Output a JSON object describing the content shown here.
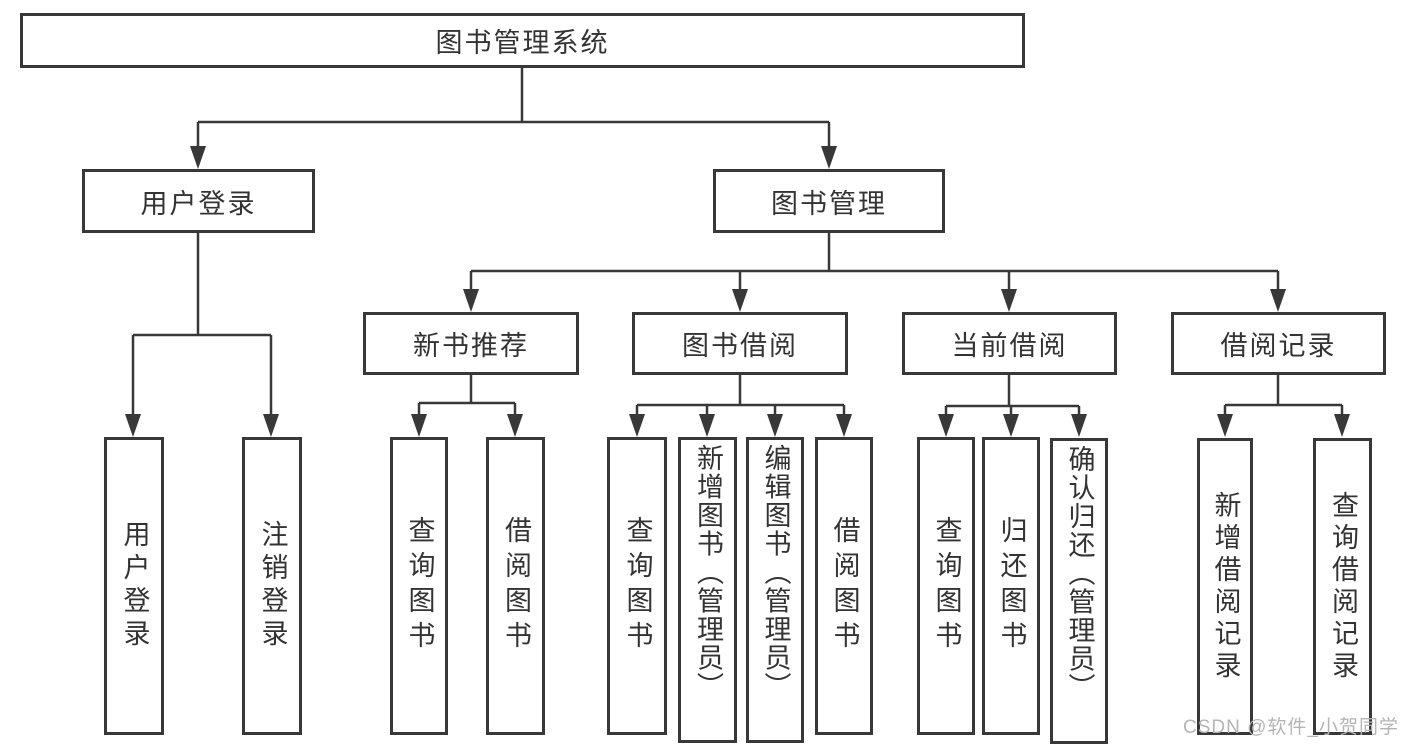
{
  "diagram": {
    "title": "图书管理系统",
    "root": {
      "label": "图书管理系统"
    },
    "branches": [
      {
        "label": "用户登录",
        "children": [
          {
            "label": "用户登录"
          },
          {
            "label": "注销登录"
          }
        ]
      },
      {
        "label": "图书管理",
        "children": [
          {
            "label": "新书推荐",
            "children": [
              {
                "label": "查询图书"
              },
              {
                "label": "借阅图书"
              }
            ]
          },
          {
            "label": "图书借阅",
            "children": [
              {
                "label": "查询图书"
              },
              {
                "label": "新增图书（管理员）"
              },
              {
                "label": "编辑图书（管理员）"
              },
              {
                "label": "借阅图书"
              }
            ]
          },
          {
            "label": "当前借阅",
            "children": [
              {
                "label": "查询图书"
              },
              {
                "label": "归还图书"
              },
              {
                "label": "确认归还（管理员）"
              }
            ]
          },
          {
            "label": "借阅记录",
            "children": [
              {
                "label": "新增借阅记录"
              },
              {
                "label": "查询借阅记录"
              }
            ]
          }
        ]
      }
    ]
  },
  "watermark": {
    "text": "CSDN @软件_小贺同学",
    "color": "#b5b5b5"
  },
  "colors": {
    "line": "#383838",
    "box_border": "#383838",
    "text": "#333333",
    "background": "#ffffff"
  }
}
